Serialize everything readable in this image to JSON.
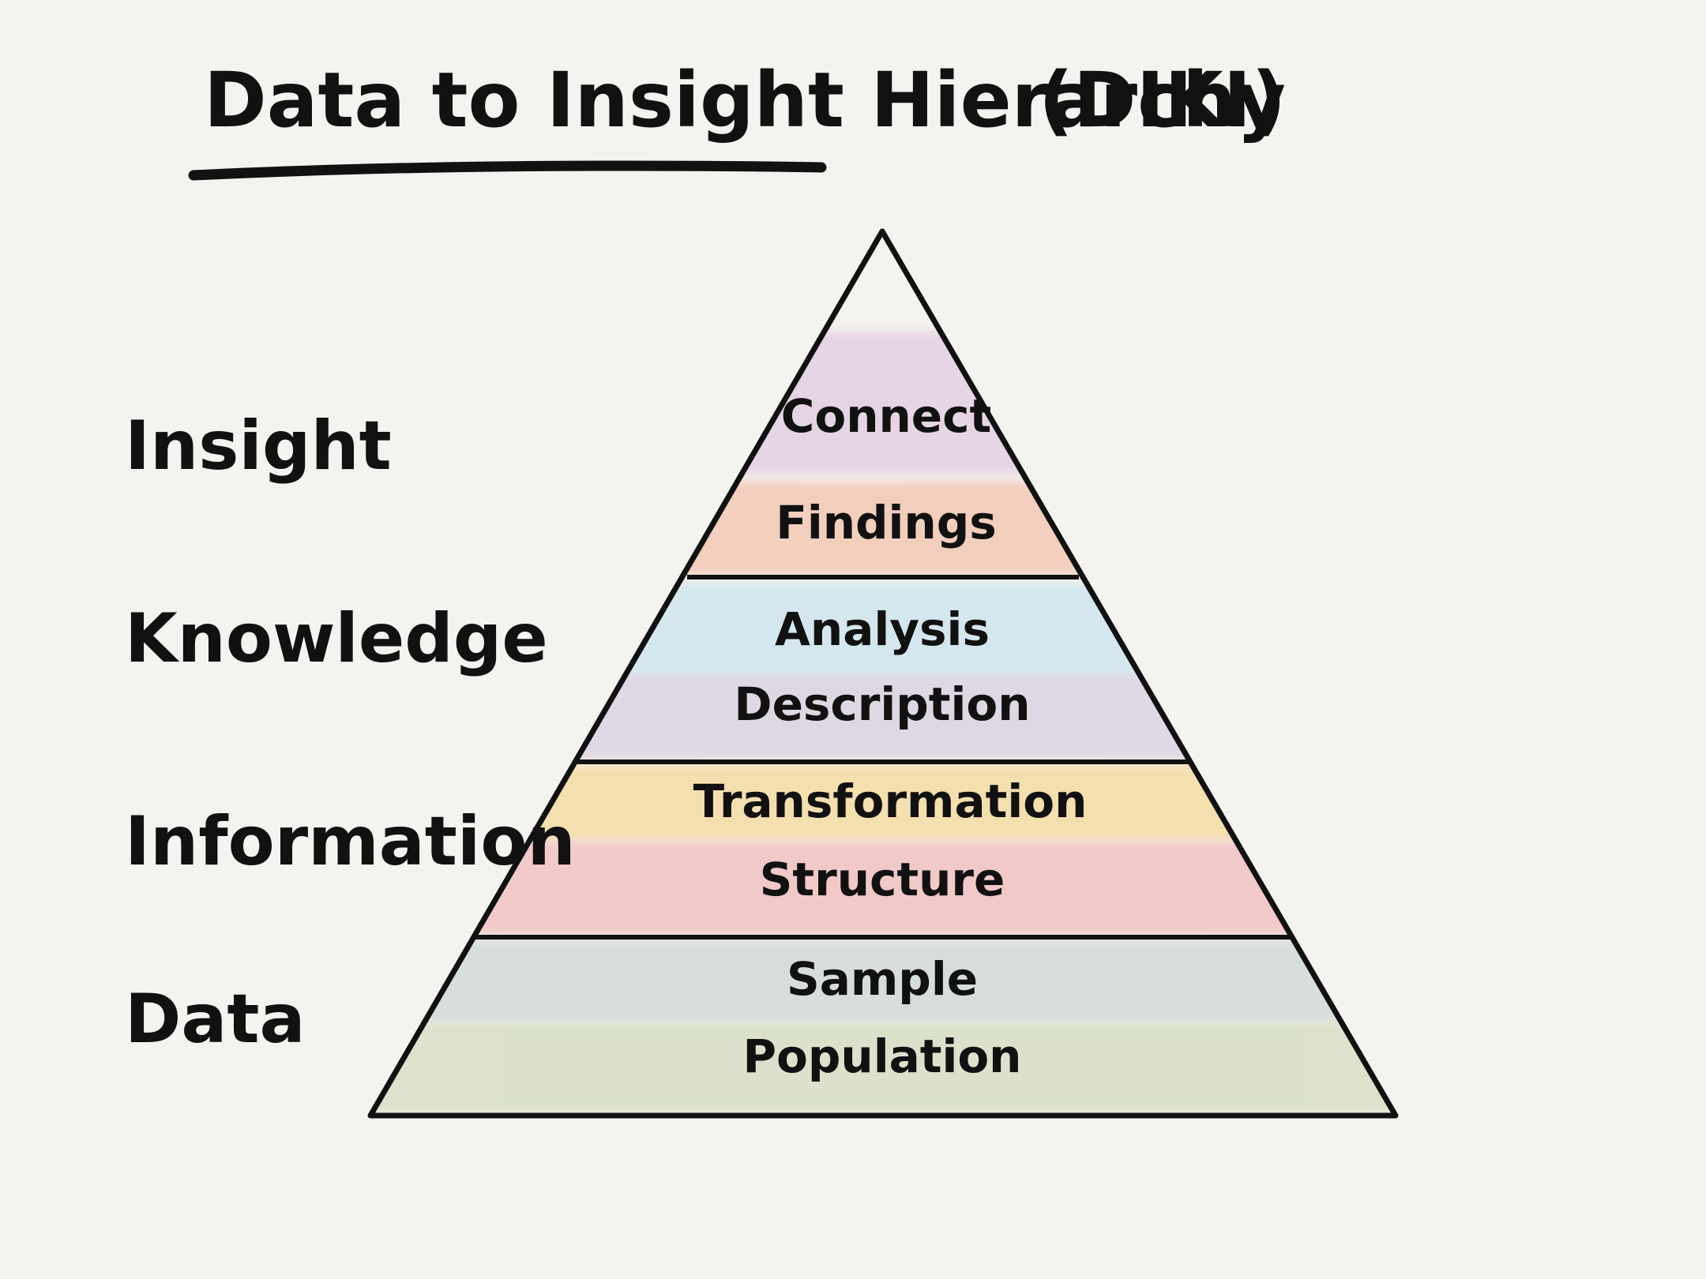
{
  "title": "Data to Insight Hierarchy",
  "title_suffix": "(DIKI)",
  "levels": [
    {
      "name": "Insight",
      "steps": [
        {
          "label": "Connect",
          "color": "#e3cfe2"
        },
        {
          "label": "Findings",
          "color": "#f2c8b4"
        }
      ]
    },
    {
      "name": "Knowledge",
      "steps": [
        {
          "label": "Analysis",
          "color": "#cfe6ef"
        },
        {
          "label": "Description",
          "color": "#ddd3e3"
        }
      ]
    },
    {
      "name": "Information",
      "steps": [
        {
          "label": "Transformation",
          "color": "#f4dca3"
        },
        {
          "label": "Structure",
          "color": "#f1c2c2"
        }
      ]
    },
    {
      "name": "Data",
      "steps": [
        {
          "label": "Sample",
          "color": "#d2dad9"
        },
        {
          "label": "Population",
          "color": "#d7dfc5"
        }
      ]
    }
  ]
}
